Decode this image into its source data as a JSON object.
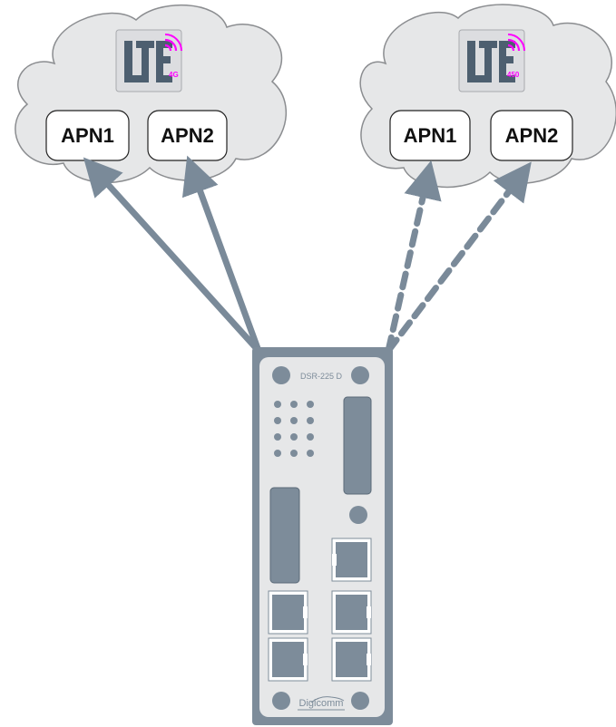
{
  "colors": {
    "cloud_fill": "#e6e7e8",
    "cloud_stroke": "#8b8d90",
    "arrow": "#7a8a99",
    "device_body": "#7d8c9a",
    "device_panel": "#e6e7e8",
    "lte_letters": "#4d5f70",
    "lte_signal": "#ff00ff"
  },
  "networks": [
    {
      "lte_logo": {
        "text": "LTE",
        "band": "4G",
        "icon": "lte-signal-icon"
      },
      "apns": [
        {
          "label": "APN1"
        },
        {
          "label": "APN2"
        }
      ],
      "link_style": "solid"
    },
    {
      "lte_logo": {
        "text": "LTE",
        "band": "450",
        "icon": "lte-signal-icon"
      },
      "apns": [
        {
          "label": "APN1"
        },
        {
          "label": "APN2"
        }
      ],
      "link_style": "dashed"
    }
  ],
  "device": {
    "model": "DSR-225 D",
    "brand": "Digicomm"
  }
}
